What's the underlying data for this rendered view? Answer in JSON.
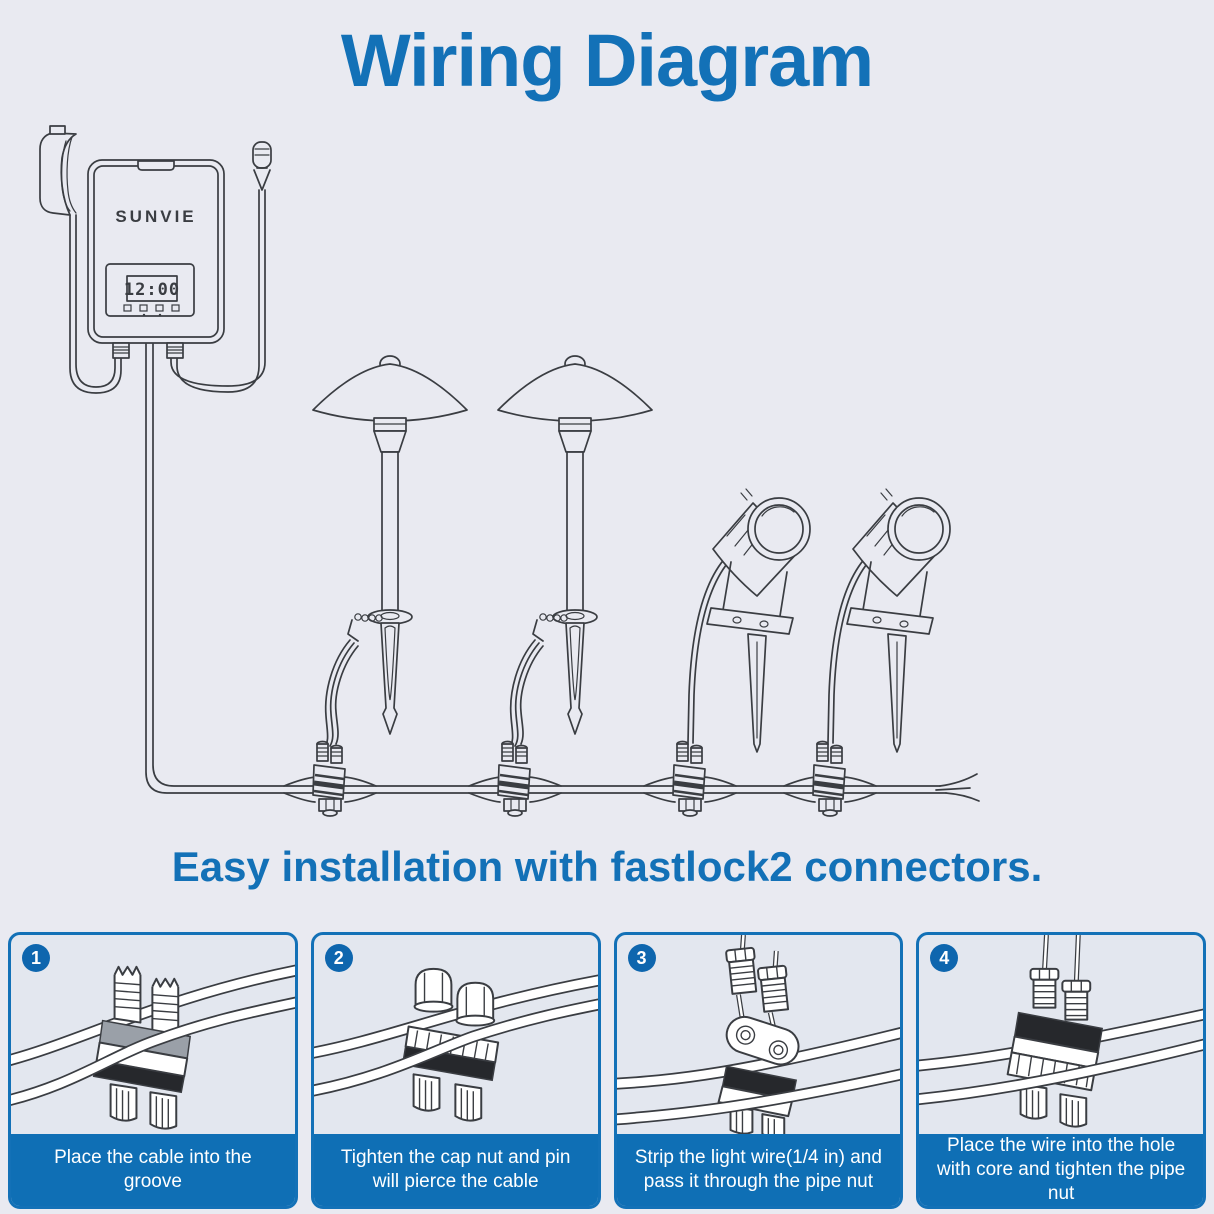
{
  "colors": {
    "background": "#e9eaf1",
    "accent_blue": "#1371b7",
    "caption_bar_blue": "#0f6fb5",
    "badge_blue": "#0e66ae",
    "line_art": "#3a3d42"
  },
  "title": "Wiring Diagram",
  "subtitle": "Easy installation with fastlock2 connectors.",
  "transformer": {
    "brand": "SUNVIE",
    "display_time": "12:00"
  },
  "steps": [
    {
      "number": "1",
      "caption": "Place the cable into the groove"
    },
    {
      "number": "2",
      "caption": "Tighten the cap nut and pin will pierce the cable"
    },
    {
      "number": "3",
      "caption": "Strip the light wire(1/4 in) and pass it through the pipe nut"
    },
    {
      "number": "4",
      "caption": "Place the wire into the hole with core and tighten the pipe nut"
    }
  ]
}
